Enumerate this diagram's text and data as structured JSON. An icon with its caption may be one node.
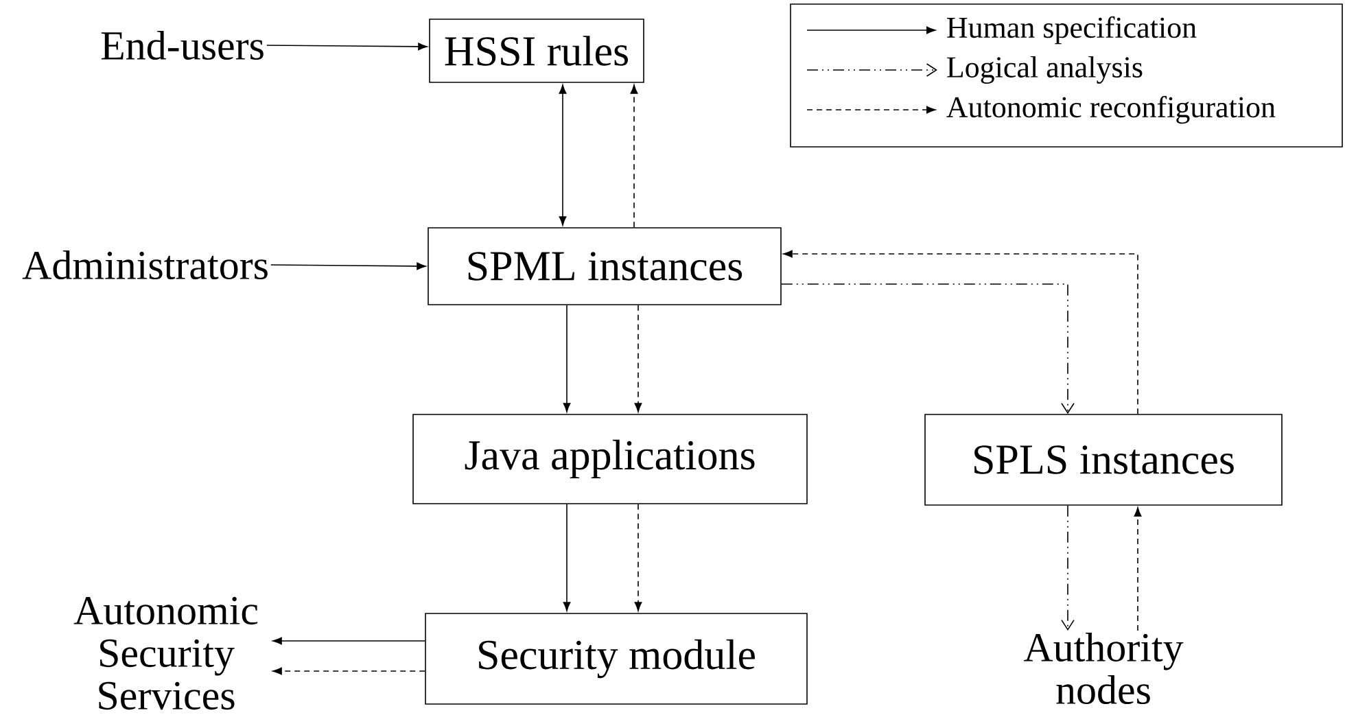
{
  "diagram": {
    "nodes": [
      {
        "text": [
          "End-users"
        ]
      },
      {
        "text": [
          "HSSI rules"
        ]
      },
      {
        "text": [
          "Administrators"
        ]
      },
      {
        "text": [
          "SPML instances"
        ]
      },
      {
        "text": [
          "Java applications"
        ]
      },
      {
        "text": [
          "SPLS instances"
        ]
      },
      {
        "text": [
          "Autonomic Security Services"
        ]
      },
      {
        "text": [
          "Security module"
        ]
      },
      {
        "text": [
          "Authority nodes"
        ]
      }
    ],
    "edges": [
      {
        "from": 0,
        "to": 1,
        "arrow": "to"
      },
      {
        "from": 1,
        "to": 3,
        "arrow": "both"
      },
      {
        "from": 3,
        "to": 1,
        "arrow": "to",
        "style": "dashed"
      },
      {
        "from": 2,
        "to": 3,
        "arrow": "to"
      },
      {
        "from": 3,
        "to": 4,
        "arrow": "to"
      },
      {
        "from": 3,
        "to": 4,
        "arrow": "to",
        "style": "dashed"
      },
      {
        "from": 5,
        "to": 3,
        "arrow": "to",
        "style": "dashed"
      },
      {
        "from": 3,
        "to": 5,
        "arrow": "to",
        "style": "dashed"
      },
      {
        "from": 4,
        "to": 7,
        "arrow": "to"
      },
      {
        "from": 4,
        "to": 7,
        "arrow": "to",
        "style": "dashed"
      },
      {
        "from": 7,
        "to": 6,
        "arrow": "to"
      },
      {
        "from": 7,
        "to": 6,
        "arrow": "to",
        "style": "dashed"
      },
      {
        "from": 5,
        "to": 8,
        "arrow": "to",
        "style": "dashed"
      },
      {
        "from": 8,
        "to": 5,
        "arrow": "to",
        "style": "dashed"
      }
    ],
    "legend": [
      {
        "text": "Human specification"
      },
      {
        "text": "Logical analysis"
      },
      {
        "text": "Autonomic reconfiguration"
      }
    ]
  }
}
